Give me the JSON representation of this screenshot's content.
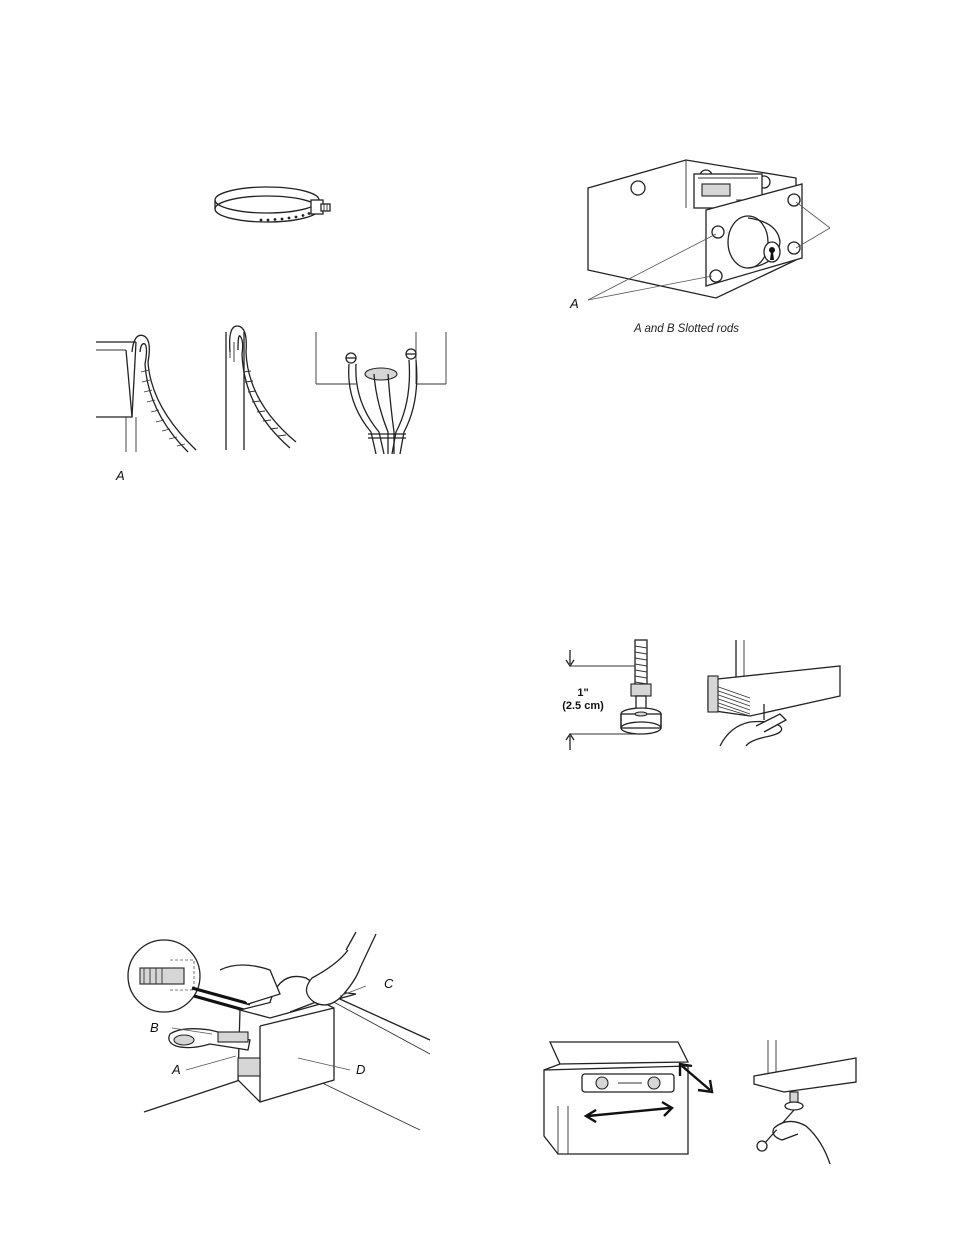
{
  "figures": {
    "slotted_rods": {
      "label_a": "A",
      "caption": "A and B Slotted rods"
    },
    "drain_hose": {
      "label_a": "A"
    },
    "leveling_leg": {
      "dimension_in": "1\"",
      "dimension_cm": "(2.5 cm)"
    },
    "hose_tool": {
      "label_a": "A",
      "label_b": "B",
      "label_c": "C",
      "label_d": "D"
    }
  }
}
